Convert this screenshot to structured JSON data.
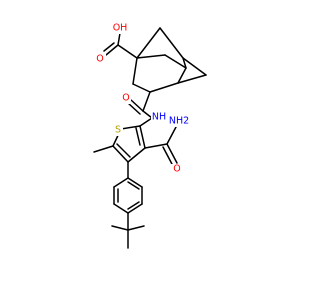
{
  "colors": {
    "bond": "#000000",
    "oxygen": "#ff0000",
    "nitrogen": "#0000ff",
    "sulfur": "#b8a000",
    "background": "#ffffff"
  },
  "atom_labels": {
    "oh": "OH",
    "o_acid": "O",
    "o_amide": "O",
    "nh": "NH",
    "nh2": "NH2",
    "o_carboxamide": "O",
    "s": "S"
  }
}
